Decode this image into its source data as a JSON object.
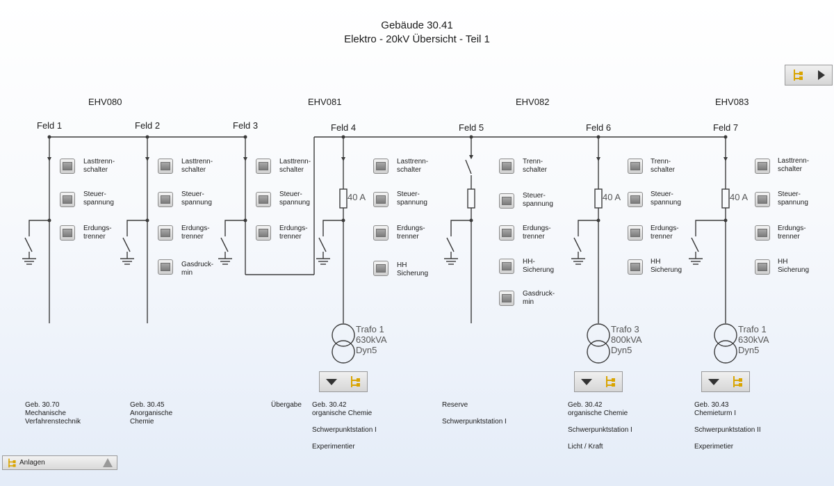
{
  "title": {
    "line1": "Gebäude 30.41",
    "line2": "Elektro  - 20kV Übersicht - Teil 1"
  },
  "sections": [
    "EHV080",
    "EHV081",
    "EHV082",
    "EHV083"
  ],
  "fields": [
    "Feld 1",
    "Feld 2",
    "Feld 3",
    "Feld 4",
    "Feld 5",
    "Feld 6",
    "Feld 7"
  ],
  "status_labels": [
    [
      "Lasttrenn-\nschalter",
      "Steuer-\nspannung",
      "Erdungs-\ntrenner"
    ],
    [
      "Lasttrenn-\nschalter",
      "Steuer-\nspannung",
      "Erdungs-\ntrenner",
      "Gasdruck-\nmin"
    ],
    [
      "Lasttrenn-\nschalter",
      "Steuer-\nspannung",
      "Erdungs-\ntrenner"
    ],
    [
      "Lasttrenn-\nschalter",
      "Steuer-\nspannung",
      "Erdungs-\ntrenner",
      "HH\nSicherung"
    ],
    [
      "Trenn-\nschalter",
      "Steuer-\nspannung",
      "Erdungs-\ntrenner",
      "HH-\nSicherung",
      "Gasdruck-\nmin"
    ],
    [
      "Trenn-\nschalter",
      "Steuer-\nspannung",
      "Erdungs-\ntrenner",
      "HH\nSicherung"
    ],
    [
      "Lasttrenn-\nschalter",
      "Steuer-\nspannung",
      "Erdungs-\ntrenner",
      "HH\nSicherung"
    ]
  ],
  "fuses": [
    "40 A",
    "40 A",
    "40 A"
  ],
  "transformers": [
    "Trafo 1\n630kVA\nDyn5",
    "Trafo 3\n800kVA\nDyn5",
    "Trafo 1\n630kVA\nDyn5"
  ],
  "notes": {
    "f1": "Geb. 30.70\nMechanische\nVerfahrenstechnik",
    "f2": "Geb. 30.45\nAnorganische\nChemie",
    "uebergabe": "Übergabe",
    "f4": "Geb. 30.42\norganische Chemie\n\nSchwerpunktstation I\n\nExperimentier",
    "f5": "Reserve\n\nSchwerpunktstation I",
    "f6": "Geb. 30.42\norganische Chemie\n\nSchwerpunktstation I\n\nLicht / Kraft",
    "f7": "Geb. 30.43\nChemieturm I\n\nSchwerpunktstation II\n\nExperimetier"
  },
  "bottom_bar": {
    "label": "Anlagen"
  },
  "icons": {
    "nav_right": "tree-play-icon",
    "panel": "dropdown-tree-icon",
    "bottom": "tree-icon",
    "bottom_right": "triangle-warning-icon"
  }
}
